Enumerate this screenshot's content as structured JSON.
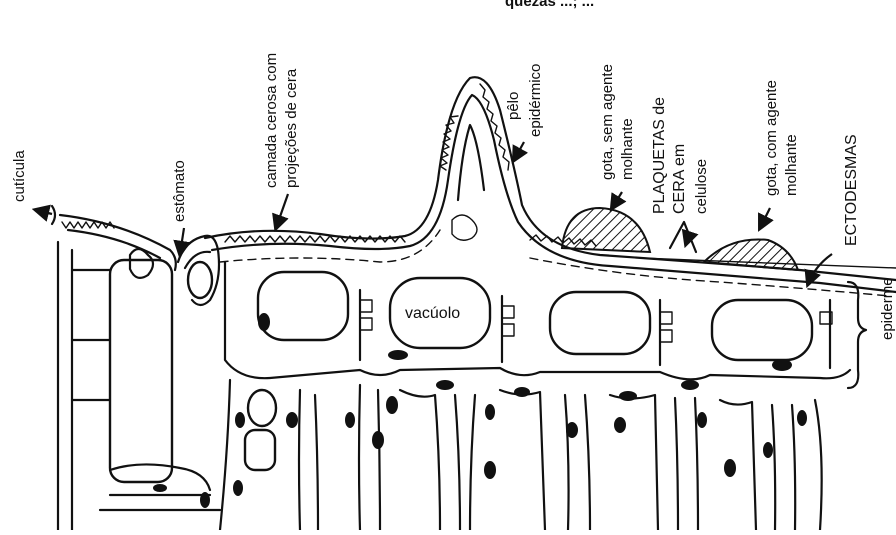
{
  "header_fragment": "quezas ...; ...",
  "labels": {
    "cuticula": "cutícula",
    "estomato": "estômato",
    "camada_cerosa": [
      "camada cerosa com",
      "projeções de cera"
    ],
    "pelo": [
      "pêlo",
      "epidérmico"
    ],
    "gota_sem": [
      "gota, sem agente",
      "molhante"
    ],
    "plaquetas": [
      "PLAQUETAS de",
      "CERA em",
      "celulose"
    ],
    "gota_com": [
      "gota, com agente",
      "molhante"
    ],
    "ectodesmas": "ECTODESMAS",
    "epiderme": "epiderme",
    "vacuolo": "vacúolo"
  }
}
